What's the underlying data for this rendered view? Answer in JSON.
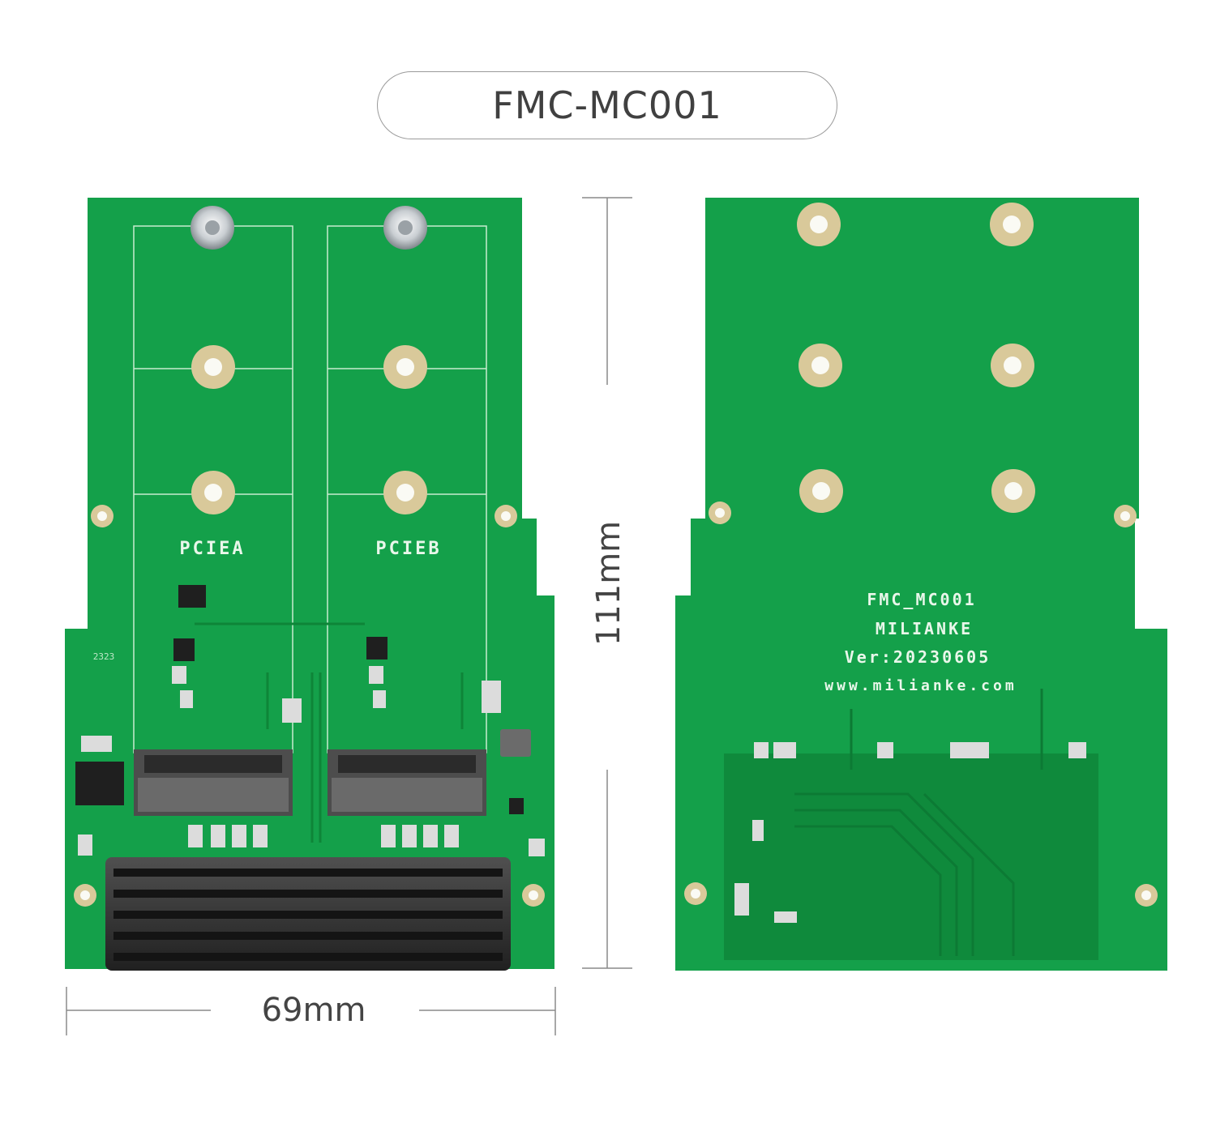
{
  "title": "FMC-MC001",
  "dimensions": {
    "width_label": "69mm",
    "height_label": "111mm"
  },
  "front": {
    "slot_a_label": "PCIEA",
    "slot_b_label": "PCIEB",
    "date_code": "2323"
  },
  "back": {
    "model": "FMC_MC001",
    "brand": "MILIANKE",
    "version": "Ver:20230605",
    "url": "www.milianke.com"
  },
  "colors": {
    "pcb": "#14a04a",
    "pcb_dark": "#0f8a3c",
    "pad": "#d9c99a",
    "connector": "#2e2e2e"
  }
}
